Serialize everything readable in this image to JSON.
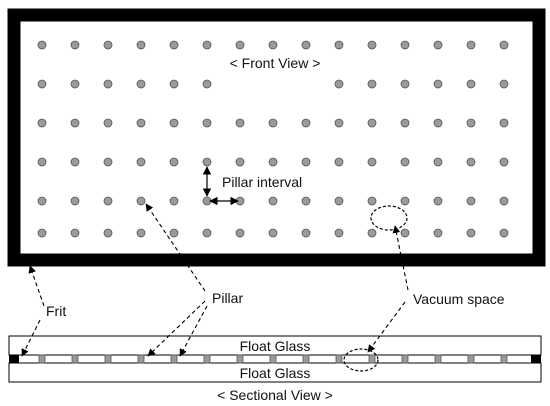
{
  "diagram": {
    "front_view_label": "< Front View >",
    "sectional_view_label": "< Sectional View >",
    "labels": {
      "pillar_interval": "Pillar interval",
      "frit": "Frit",
      "pillar": "Pillar",
      "vacuum_space": "Vacuum space",
      "float_glass_top": "Float Glass",
      "float_glass_bottom": "Float Glass"
    },
    "colors": {
      "frame": "#000000",
      "pillar_fill": "#9a9a9a",
      "pillar_stroke": "#555555",
      "glass_fill": "#ffffff",
      "line": "#000000"
    }
  }
}
